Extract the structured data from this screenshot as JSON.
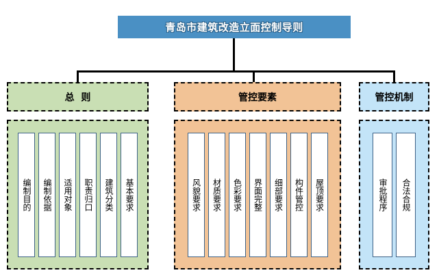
{
  "diagram": {
    "root": {
      "label": "青岛市建筑改造立面控制导则",
      "fill": "#4A90C4",
      "text_color": "#FFFFFF"
    },
    "branches": [
      {
        "header": "总  则",
        "fill": "#C9DFB4",
        "items": [
          {
            "label": "编制目的"
          },
          {
            "label": "编制依据"
          },
          {
            "label": "适用对象"
          },
          {
            "label": "职责归口"
          },
          {
            "label": "建筑分类"
          },
          {
            "label": "基本要求"
          }
        ]
      },
      {
        "header": "管控要素",
        "fill": "#F2C396",
        "items": [
          {
            "label": "风貌要求"
          },
          {
            "label": "材质要求"
          },
          {
            "label": "色彩要求"
          },
          {
            "label": "界面完整"
          },
          {
            "label": "细部要求"
          },
          {
            "label": "构件管控"
          },
          {
            "label": "屋顶要求"
          }
        ]
      },
      {
        "header": "管控机制",
        "fill": "#C3E4F8",
        "items": [
          {
            "label": "审批程序"
          },
          {
            "label": "合法合规"
          }
        ]
      }
    ],
    "connector_color": "#000000",
    "leaf_fill": "#FFFFFF",
    "leaf_border": "#3C6186"
  }
}
